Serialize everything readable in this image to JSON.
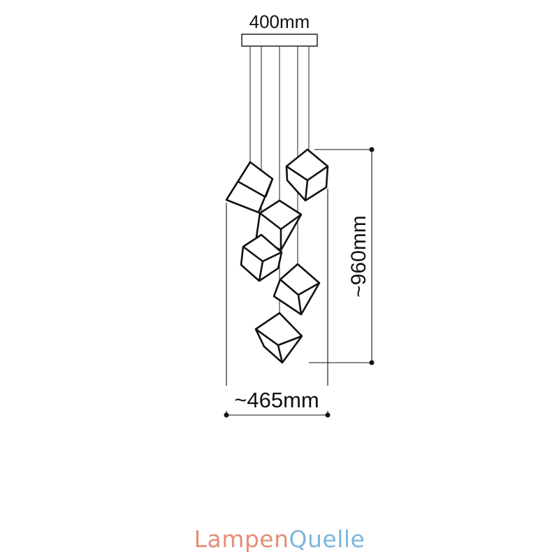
{
  "dimensions": {
    "canopy_width": "400mm",
    "total_width": "~465mm",
    "drop_height": "~960mm"
  },
  "logo": {
    "part1": "Lampen",
    "part2": "Quelle",
    "colors": {
      "part1": "#e48e78",
      "part2": "#7cb6de"
    }
  },
  "line_color": "#111111"
}
